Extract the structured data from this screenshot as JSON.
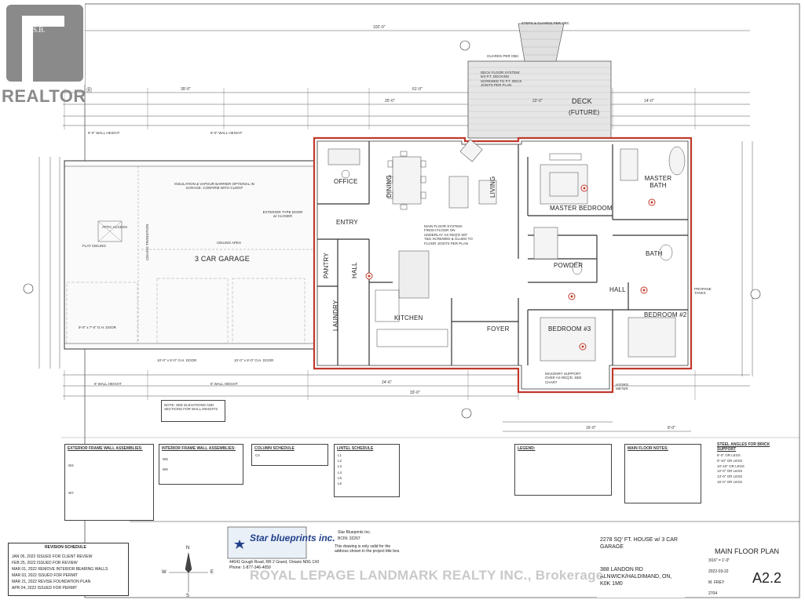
{
  "realtor": {
    "name": "REALTOR",
    "trademark": "®",
    "corner_mark": "S.B."
  },
  "plan": {
    "rooms": {
      "office": "OFFICE",
      "entry": "ENTRY",
      "pantry": "PANTRY",
      "hall_main": "HALL",
      "laundry": "LAUNDRY",
      "kitchen": "KITCHEN",
      "dining": "DINING",
      "living": "LIVING",
      "foyer": "FOYER",
      "master_bedroom": "MASTER BEDROOM",
      "master_bath": "MASTER BATH",
      "bath": "BATH",
      "powder": "POWDER",
      "hall_east": "HALL",
      "bedroom2": "BEDROOM #2",
      "bedroom3": "BEDROOM #3",
      "garage": "3 CAR GARAGE",
      "deck": "DECK",
      "deck_future": "(FUTURE)"
    },
    "notes": {
      "garage_insulation": "INSULATION & VAPOUR BARRIER OPTIONAL IN GARAGE. CONFIRM WITH CLIENT",
      "exterior_door": "EXTERIOR TYPE DOOR w/ CLOSER",
      "flat_ceiling": "FLAT CEILING",
      "ceiling_apex": "CEILING APEX",
      "ceiling_transition": "CEILING TRANSITION",
      "main_floor_system": "MAIN FLOOR SYSTEM: FINISH FLOOR ON UNDERLAY AS REQ'D 5/8\" T&G SCREWED & GLUED TO FLOOR JOISTS PER PLAN",
      "deck_floor_system": "DECK FLOOR SYSTEM: 5/4 P.T. DECKING SCREWED TO P.T. DECK JOISTS PER PLAN",
      "steps": "STEPS & GUARDS PER OBC",
      "guards": "GUARDS PER OBC",
      "garage_door1": "10'-0\" x 8'-0\" O.H. DOOR",
      "garage_door2": "10'-0\" x 8'-0\" O.H. DOOR",
      "garage_door3": "9'-0\" x 7'-0\" O.H. DOOR",
      "wall_height1": "9'-0\" WALL HEIGHT",
      "wall_height2": "9'-0\" WALL HEIGHT",
      "wall_height3": "9' WALL HEIGHT",
      "wall_height4": "8' WALL HEIGHT",
      "masonry": "MASONRY SUPPORT OVER AS REQ'D. SEE CHART",
      "propane": "PROPANE TANKS",
      "hydro": "HYDRO METER",
      "attic_access": "ATTIC ACCESS",
      "note_box": "NOTE: SEE ELEVATIONS AND SECTIONS FOR WALL HEIGHTS"
    },
    "dimensions": {
      "overall": "102'-0\"",
      "d39": "39'-0\"",
      "d61": "61'-0\"",
      "d25": "25'-0\"",
      "d14": "14'-0\"",
      "d24_6": "24'-6\"",
      "d33": "33'-0\"",
      "d22": "22'-0\"",
      "d16": "16'-0\"",
      "d8": "8'-0\""
    }
  },
  "schedules": {
    "exterior": {
      "title": "EXTERIOR FRAME WALL ASSEMBLIES:",
      "rows": [
        "W4",
        "W7"
      ]
    },
    "interior": {
      "title": "INTERIOR FRAME WALL ASSEMBLIES:",
      "rows": [
        "W5",
        "W6"
      ]
    },
    "column": {
      "title": "COLUMN SCHEDULE",
      "rows": [
        "C4"
      ]
    },
    "lintel": {
      "title": "LINTEL SCHEDULE",
      "rows": [
        "L1",
        "L2",
        "L3",
        "L4",
        "L5",
        "L6"
      ]
    },
    "legend": {
      "title": "LEGEND:"
    },
    "notes": {
      "title": "MAIN FLOOR NOTES:"
    },
    "steel": {
      "title": "STEEL ANGLES FOR BRICK SUPPORT",
      "rows": [
        "8'-0\" OR LESS",
        "9'-10\" OR LESS",
        "10'-10\" OR LESS",
        "12'-0\" OR LESS",
        "13'-0\" OR LESS",
        "16'-0\" OR LESS"
      ]
    }
  },
  "title_block": {
    "revision_title": "REVISION SCHEDULE",
    "revisions": [
      "JAN 05, 2022 ISSUED FOR CLIENT REVIEW",
      "FEB 25, 2022 ISSUED FOR REVIEW",
      "MAR 01, 2022 REMOVE INTERIOR BEARING WALLS",
      "MAR 03, 2022 ISSUED FOR PERMIT",
      "MAR 21, 2022 REVISE FOUNDATION PLAN",
      "APR 04, 2022 ISSUED FOR PERMIT"
    ],
    "company_logo": "Star blueprints inc.",
    "address": "44041 Gough Road, RR 2 Grand, Ontario N0G 1X0",
    "phone": "Phone: 1-877-346-4059",
    "company_name": "Star Blueprints Inc.",
    "bcin": "BCIN: 32267",
    "validity": "This drawing is only valid for the address shown in the project title box.",
    "project_title": "2278 SQ' FT. HOUSE w/ 3 CAR GARAGE",
    "project_address": "388 LANDON RD ALNWICK/HALDIMAND, ON, K0K 1M0",
    "drawing": "MAIN FLOOR PLAN",
    "scale": "3/16\" = 1'-0\"",
    "date": "2022-03-22",
    "drawn_by": "M. FREY",
    "sheet": "A2.2",
    "job": "2704"
  },
  "watermark": "ROYAL LEPAGE LANDMARK REALTY INC., Brokerage",
  "compass": {
    "n": "N",
    "e": "E",
    "s": "S",
    "w": "W"
  }
}
